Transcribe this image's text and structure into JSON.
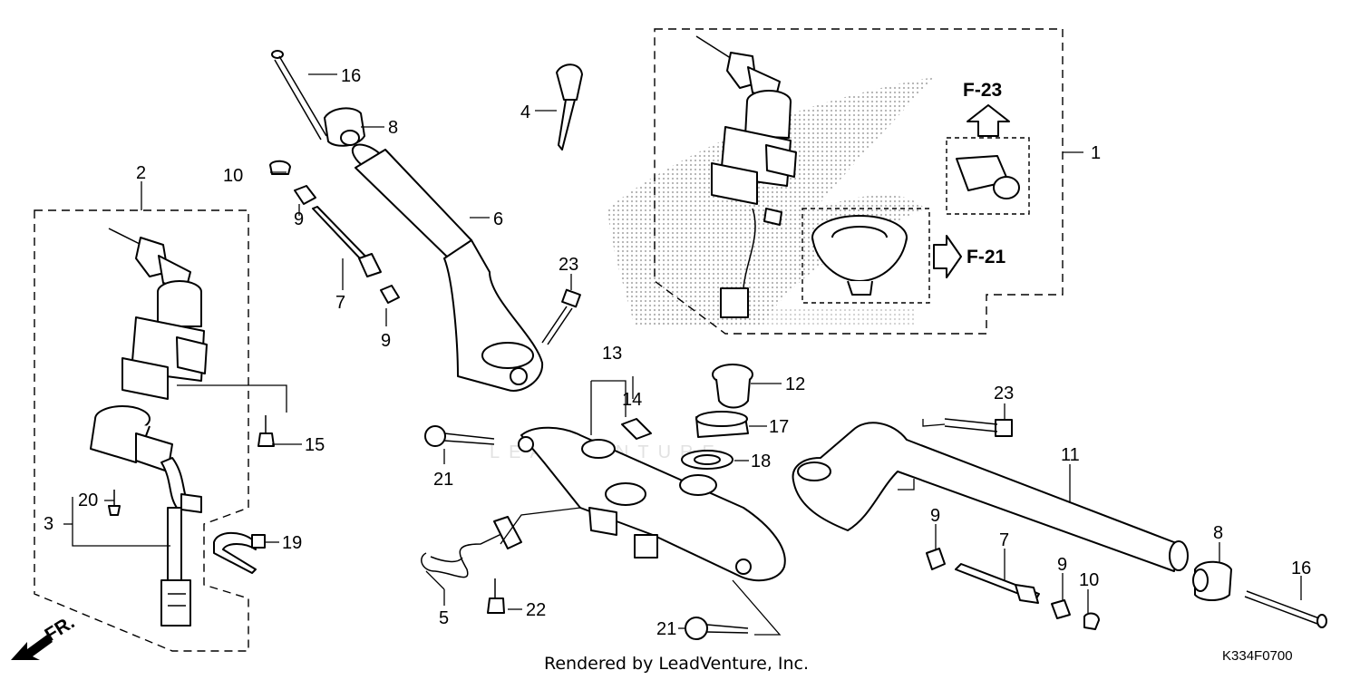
{
  "diagram": {
    "callouts": {
      "c1": "1",
      "c2": "2",
      "c3": "3",
      "c4": "4",
      "c5": "5",
      "c6": "6",
      "c7a": "7",
      "c7b": "7",
      "c8a": "8",
      "c8b": "8",
      "c9a": "9",
      "c9b": "9",
      "c9c": "9",
      "c9d": "9",
      "c10a": "10",
      "c10b": "10",
      "c11": "11",
      "c12": "12",
      "c13": "13",
      "c14": "14",
      "c15": "15",
      "c16a": "16",
      "c16b": "16",
      "c17": "17",
      "c18": "18",
      "c19": "19",
      "c20": "20",
      "c21a": "21",
      "c21b": "21",
      "c22": "22",
      "c23a": "23",
      "c23b": "23"
    },
    "refs": {
      "f23": "F-23",
      "f21": "F-21"
    },
    "direction": "FR.",
    "footer": "Rendered by LeadVenture, Inc.",
    "code": "K334F0700",
    "watermark": "LEADVENTURE",
    "colors": {
      "line": "#000000",
      "background": "#ffffff",
      "watermark": "#b5b5b5"
    }
  }
}
